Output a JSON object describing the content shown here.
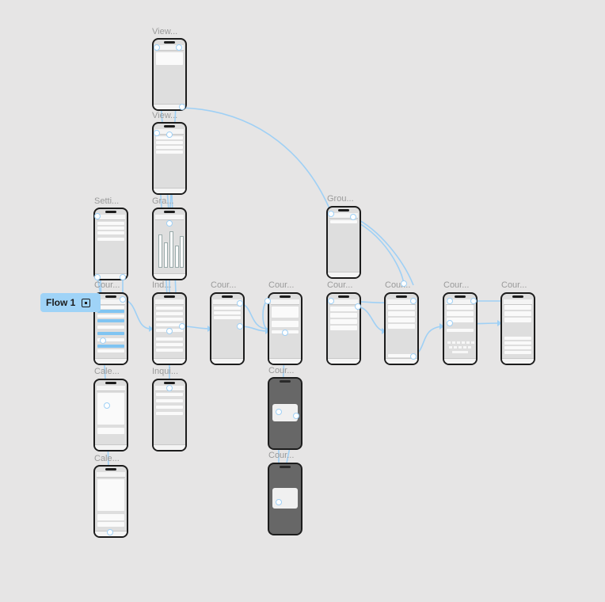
{
  "canvas": {
    "background": "#e6e5e5",
    "wire_color": "#9fd0f5"
  },
  "flow": {
    "label": "Flow 1",
    "icon": "play-flow-icon"
  },
  "frames": [
    {
      "key": "view-1",
      "label": "View..."
    },
    {
      "key": "view-2",
      "label": "View..."
    },
    {
      "key": "settings",
      "label": "Setti..."
    },
    {
      "key": "graph",
      "label": "Gra..."
    },
    {
      "key": "group",
      "label": "Grou..."
    },
    {
      "key": "course-list",
      "label": "Cour..."
    },
    {
      "key": "index",
      "label": "Ind..."
    },
    {
      "key": "course-3",
      "label": "Cour..."
    },
    {
      "key": "course-4",
      "label": "Cour..."
    },
    {
      "key": "course-5",
      "label": "Cour..."
    },
    {
      "key": "course-6",
      "label": "Cour..."
    },
    {
      "key": "course-7",
      "label": "Cour..."
    },
    {
      "key": "course-8",
      "label": "Cour..."
    },
    {
      "key": "calendar-1",
      "label": "Cale..."
    },
    {
      "key": "inquiry",
      "label": "Inqui..."
    },
    {
      "key": "course-alert-1",
      "label": "Cour..."
    },
    {
      "key": "calendar-2",
      "label": "Cale..."
    },
    {
      "key": "course-alert-2",
      "label": "Cour..."
    }
  ]
}
